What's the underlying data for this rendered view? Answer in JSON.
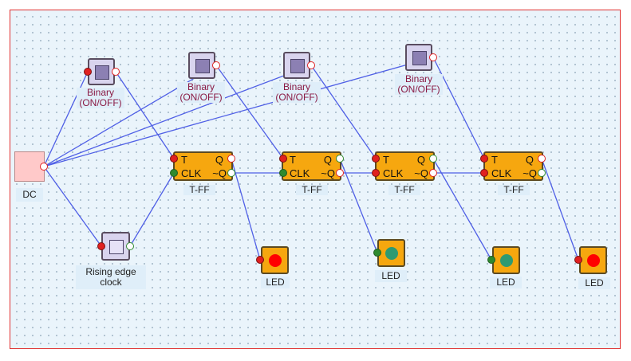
{
  "components": {
    "dc": {
      "label": "DC"
    },
    "binary_1": {
      "label_line1": "Binary",
      "label_line2": "(ON/OFF)"
    },
    "binary_2": {
      "label_line1": "Binary",
      "label_line2": "(ON/OFF)"
    },
    "binary_3": {
      "label_line1": "Binary",
      "label_line2": "(ON/OFF)"
    },
    "binary_4": {
      "label_line1": "Binary",
      "label_line2": "(ON/OFF)"
    },
    "clock": {
      "label_line1": "Rising edge",
      "label_line2": "clock"
    },
    "tff_1": {
      "label": "T-FF",
      "pin_t": "T",
      "pin_q": "Q",
      "pin_clk": "CLK",
      "pin_nq": "~Q"
    },
    "tff_2": {
      "label": "T-FF",
      "pin_t": "T",
      "pin_q": "Q",
      "pin_clk": "CLK",
      "pin_nq": "~Q"
    },
    "tff_3": {
      "label": "T-FF",
      "pin_t": "T",
      "pin_q": "Q",
      "pin_clk": "CLK",
      "pin_nq": "~Q"
    },
    "tff_4": {
      "label": "T-FF",
      "pin_t": "T",
      "pin_q": "Q",
      "pin_clk": "CLK",
      "pin_nq": "~Q"
    },
    "led_1": {
      "label": "LED",
      "state": "on",
      "color": "#ff0000"
    },
    "led_2": {
      "label": "LED",
      "state": "off",
      "color": "#2e9a72"
    },
    "led_3": {
      "label": "LED",
      "state": "off",
      "color": "#2e9a72"
    },
    "led_4": {
      "label": "LED",
      "state": "on",
      "color": "#ff0000"
    }
  },
  "colors": {
    "wire": "#4f5fe6",
    "port_active": "#e02020",
    "port_inactive": "#2f8a2f",
    "port_open": "#ffffff",
    "flipflop_fill": "#f6a70f",
    "label_text": "#8a1a44"
  }
}
